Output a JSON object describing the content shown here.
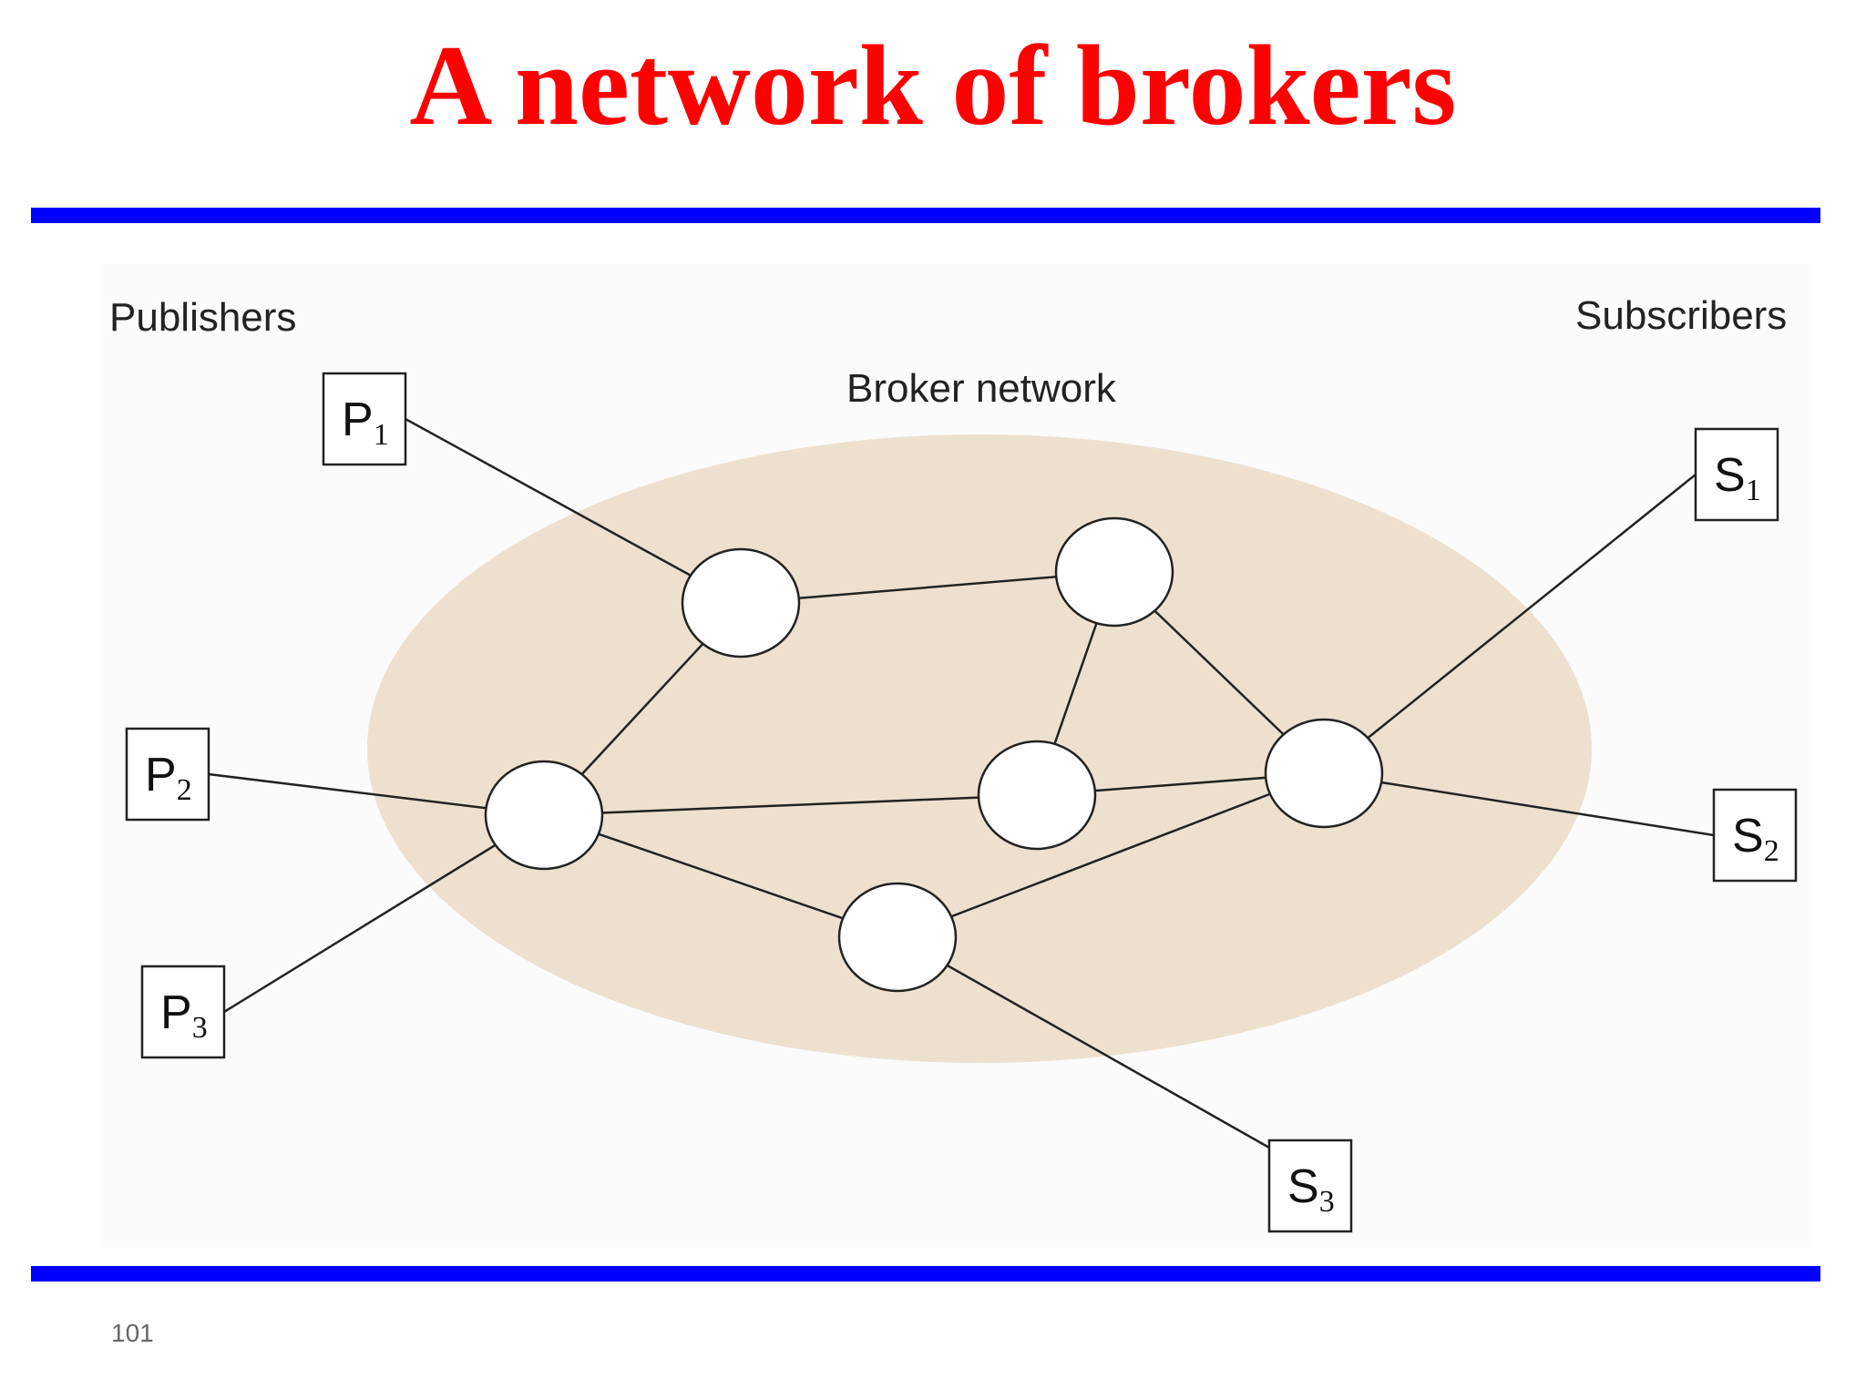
{
  "slide": {
    "title": "A network of brokers",
    "page_number": "101"
  },
  "diagram": {
    "labels": {
      "publishers": "Publishers",
      "subscribers": "Subscribers",
      "broker_network": "Broker network"
    },
    "publishers": [
      {
        "id": "P1",
        "letter": "P",
        "sub": "1"
      },
      {
        "id": "P2",
        "letter": "P",
        "sub": "2"
      },
      {
        "id": "P3",
        "letter": "P",
        "sub": "3"
      }
    ],
    "subscribers": [
      {
        "id": "S1",
        "letter": "S",
        "sub": "1"
      },
      {
        "id": "S2",
        "letter": "S",
        "sub": "2"
      },
      {
        "id": "S3",
        "letter": "S",
        "sub": "3"
      }
    ],
    "brokers": [
      "B1",
      "B2",
      "B3",
      "B4",
      "B5",
      "B6"
    ],
    "edges": [
      [
        "P1",
        "B1"
      ],
      [
        "P2",
        "B3"
      ],
      [
        "P3",
        "B3"
      ],
      [
        "B1",
        "B2"
      ],
      [
        "B1",
        "B3"
      ],
      [
        "B2",
        "B4"
      ],
      [
        "B2",
        "B5"
      ],
      [
        "B3",
        "B4"
      ],
      [
        "B3",
        "B6"
      ],
      [
        "B4",
        "B5"
      ],
      [
        "B5",
        "B6"
      ],
      [
        "B5",
        "S1"
      ],
      [
        "B5",
        "S2"
      ],
      [
        "B6",
        "S3"
      ]
    ],
    "colors": {
      "cloud": "#ede0cf",
      "node_fill": "#ffffff",
      "stroke": "#222222",
      "title": "#ff0000",
      "rule": "#0000ff"
    }
  }
}
